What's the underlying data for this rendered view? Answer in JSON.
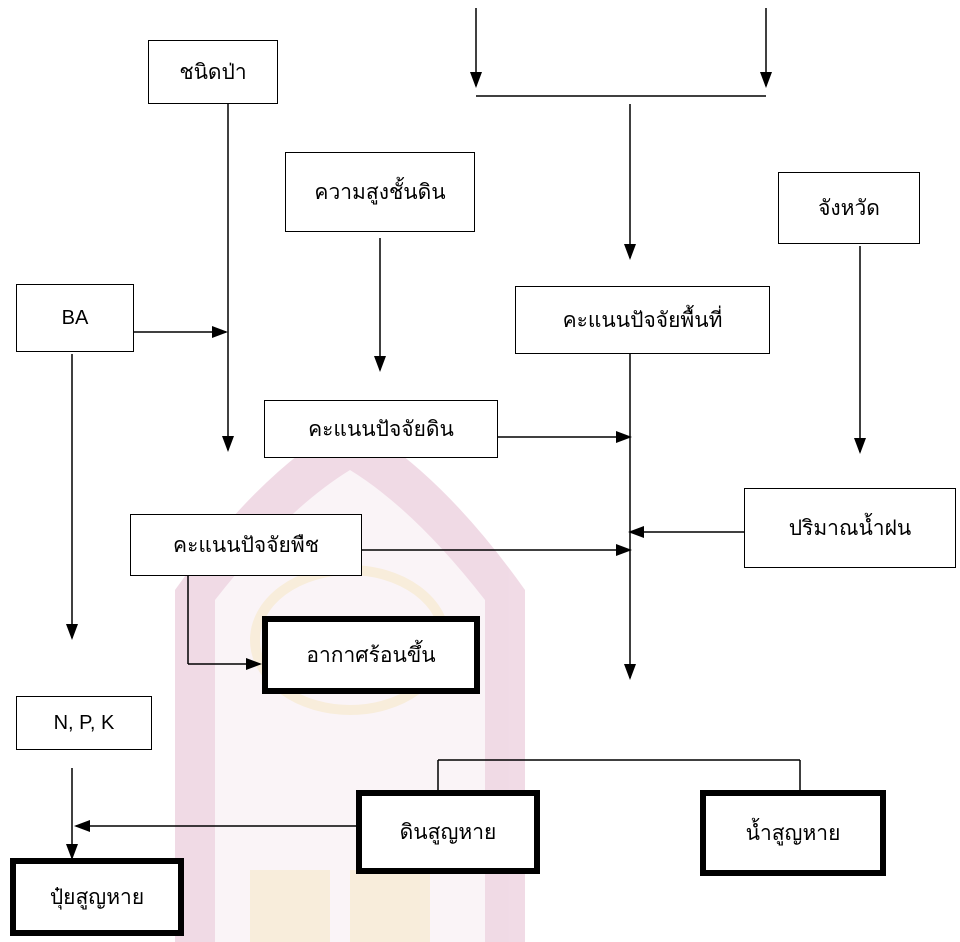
{
  "diagram": {
    "nodes": {
      "forest_type": "ชนิดป่า",
      "soil_height": "ความสูงชั้นดิน",
      "province": "จังหวัด",
      "ba": "BA",
      "area_factor_score": "คะแนนปัจจัยพื้นที่",
      "soil_factor_score": "คะแนนปัจจัยดิน",
      "rainfall": "ปริมาณน้ำฝน",
      "plant_factor_score": "คะแนนปัจจัยพืช",
      "warmer_weather": "อากาศร้อนขึ้น",
      "npk": "N, P, K",
      "soil_loss": "ดินสูญหาย",
      "water_loss": "น้ำสูญหาย",
      "fertilizer_loss": "ปุ๋ยสูญหาย"
    },
    "colors": {
      "line": "#000000",
      "watermark": "#c05a8e",
      "watermark_gold": "#e0b060"
    }
  }
}
